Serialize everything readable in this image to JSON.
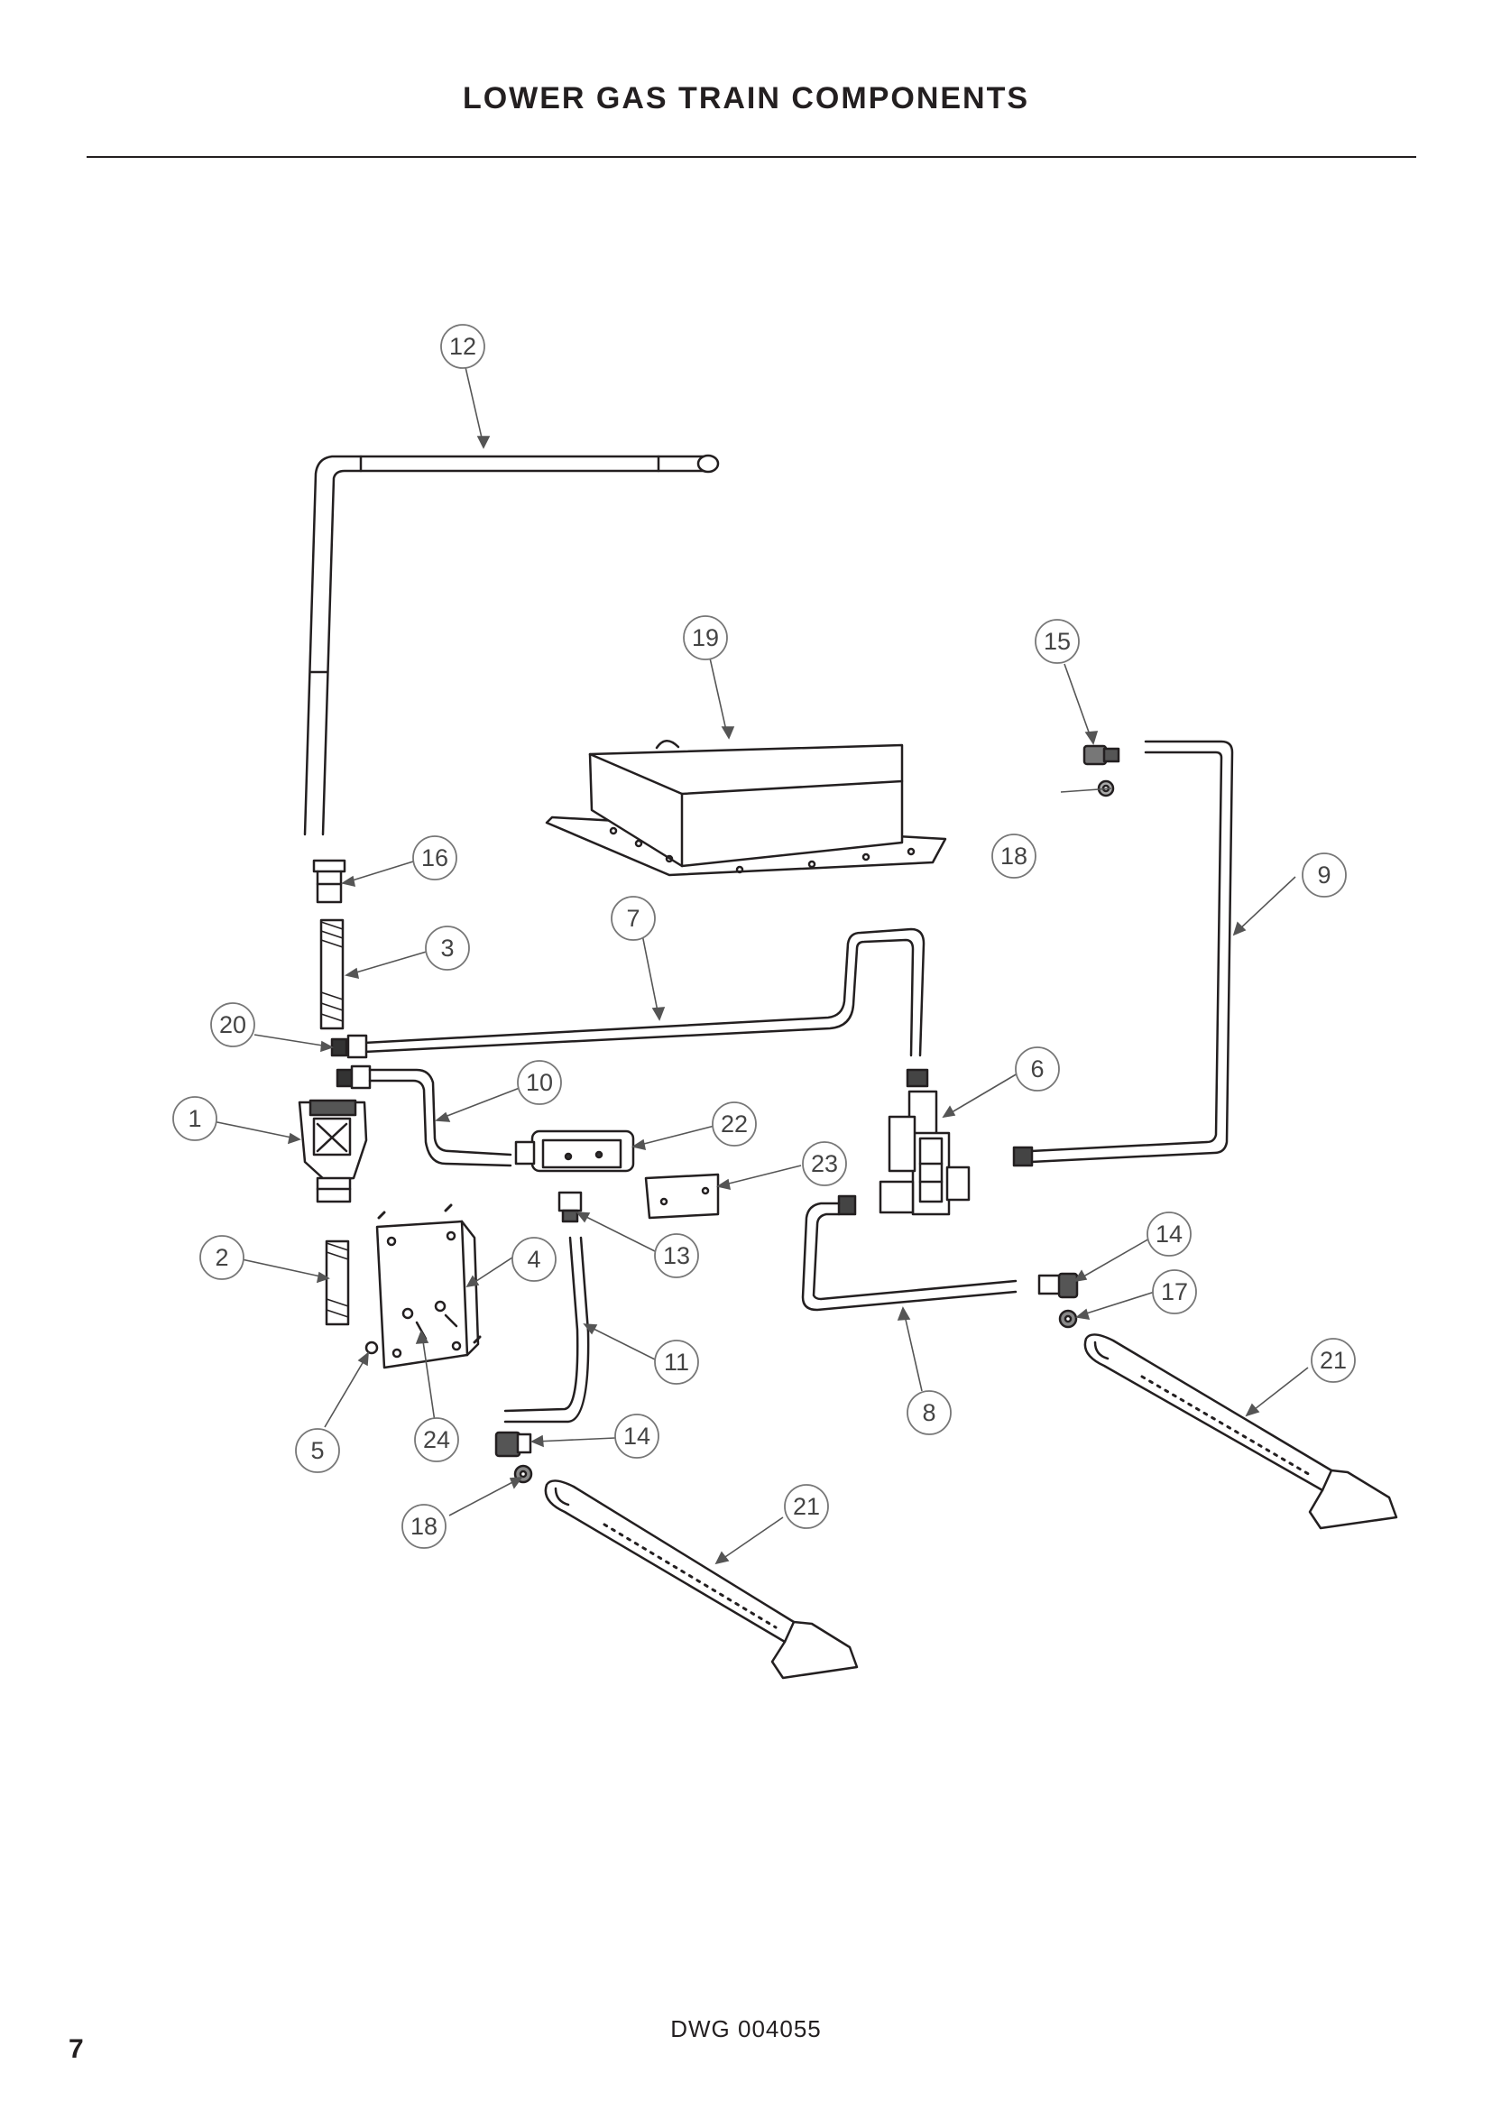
{
  "page": {
    "title": "LOWER GAS TRAIN COMPONENTS",
    "drawing_number": "DWG 004055",
    "page_number": "7"
  },
  "callouts": [
    "12",
    "19",
    "15",
    "16",
    "18",
    "9",
    "3",
    "7",
    "20",
    "6",
    "10",
    "1",
    "22",
    "23",
    "13",
    "14",
    "17",
    "2",
    "4",
    "11",
    "21",
    "8",
    "5",
    "24",
    "14",
    "18",
    "21"
  ]
}
